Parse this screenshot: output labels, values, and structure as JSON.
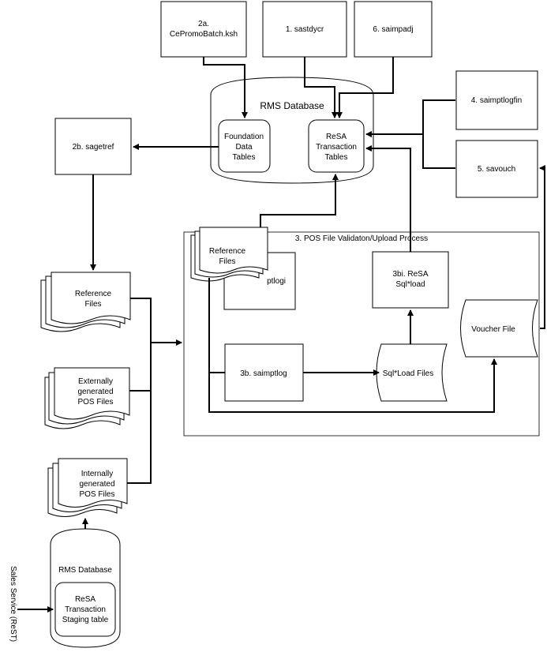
{
  "nodes": {
    "ce_promo_batch": [
      "2a.",
      "CePromoBatch.ksh"
    ],
    "sastdycr": [
      "1. sastdycr"
    ],
    "saimpadj": [
      "6. saimpadj"
    ],
    "saimptlogfin": [
      "4. saimptlogfin"
    ],
    "savouch": [
      "5. savouch"
    ],
    "sagetref": [
      "2b. sagetref"
    ],
    "rms_db_top": {
      "title": "RMS Database",
      "foundation": [
        "Foundation",
        "Data",
        "Tables"
      ],
      "resa_tables": [
        "ReSA",
        "Transaction",
        "Tables"
      ]
    },
    "pos_process": {
      "title": "3. POS File Validaton/Upload Process",
      "ref_files": [
        "Reference",
        "Files"
      ],
      "saimptlogi_partial": "ptlogi",
      "saimptlog": "3b. saimptlog",
      "resa_sqlload": [
        "3bi. ReSA",
        "Sql*load"
      ],
      "sqlload_files": "Sql*Load Files",
      "voucher_file": "Voucher File"
    },
    "reference_files": [
      "Reference",
      "Files"
    ],
    "external_pos": [
      "Externally",
      "generated",
      "POS Files"
    ],
    "internal_pos": [
      "Internally",
      "generated",
      "POS Files"
    ],
    "rms_db_bottom": {
      "title": "RMS Database",
      "staging": [
        "ReSA",
        "Transaction",
        "Staging table"
      ]
    },
    "sales_service": "Sales Service (ReST)"
  }
}
